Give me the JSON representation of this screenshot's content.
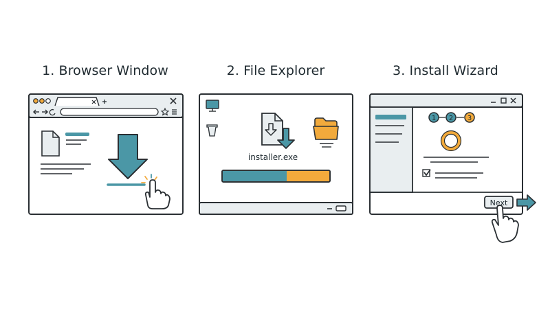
{
  "steps": [
    {
      "title": "1. Browser Window"
    },
    {
      "title": "2. File Explorer"
    },
    {
      "title": "3. Install Wizard"
    }
  ],
  "explorer": {
    "file_name": "installer.exe",
    "progress": 0.6
  },
  "wizard": {
    "step_badges": [
      "1",
      "2",
      "3"
    ],
    "next_label": "Next"
  },
  "colors": {
    "teal": "#4b97a6",
    "orange": "#f2aa3c",
    "ink": "#2a2f33",
    "panel": "#e9eef0"
  }
}
